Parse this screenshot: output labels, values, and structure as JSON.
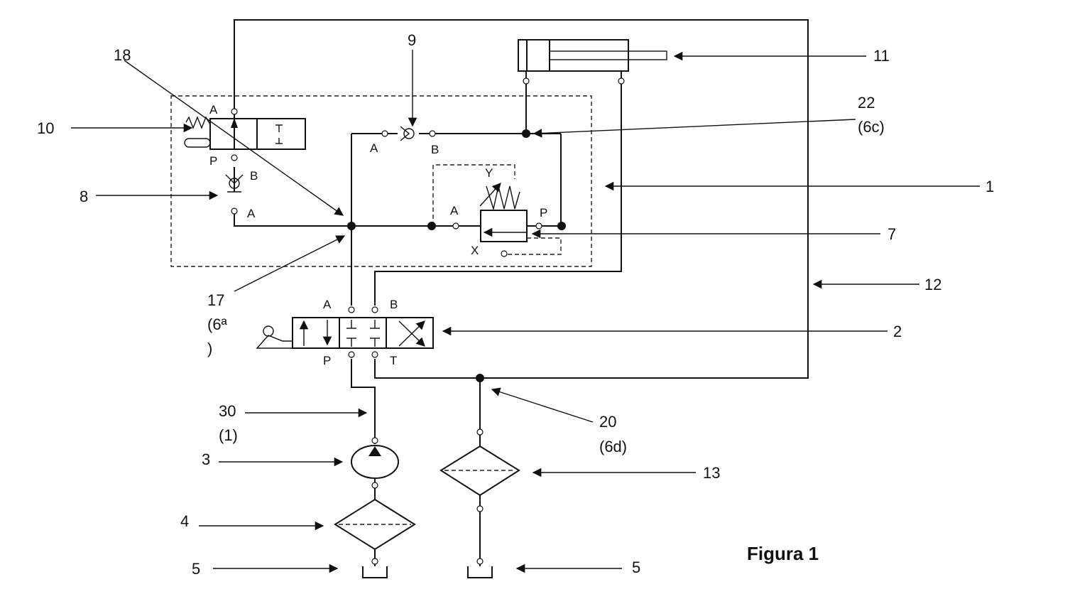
{
  "figure_title": "Figura 1",
  "callouts": {
    "n1": "1",
    "n2": "2",
    "n3": "3",
    "n4": "4",
    "n5a": "5",
    "n5b": "5",
    "n7": "7",
    "n8": "8",
    "n9": "9",
    "n10": "10",
    "n11": "11",
    "n12": "12",
    "n13": "13",
    "n17": "17",
    "n17b": "(6ª",
    "n17c": ")",
    "n18": "18",
    "n20": "20",
    "n20b": "(6d)",
    "n22": "22",
    "n22b": "(6c)",
    "n30": "30",
    "n30b": "(1)"
  },
  "ports": {
    "v10_a": "A",
    "v10_p": "P",
    "v8_b": "B",
    "v8_a": "A",
    "v9_a": "A",
    "v9_b": "B",
    "v7_a": "A",
    "v7_p": "P",
    "v7_x": "X",
    "v7_y": "Y",
    "v2_a": "A",
    "v2_b": "B",
    "v2_p": "P",
    "v2_t": "T"
  },
  "colors": {
    "line": "#111111",
    "background": "#ffffff"
  }
}
